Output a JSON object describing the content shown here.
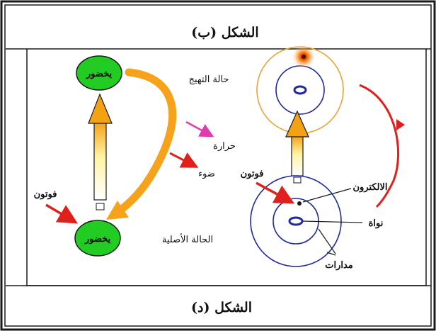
{
  "top_caption": "الشكل (ب)",
  "bottom_caption": "الشكل (د)",
  "left_diagram": {
    "upper_node_label": "يخضور",
    "lower_node_label": "يخضور",
    "excited_state_label": "حالة التهيج",
    "ground_state_label": "الحالة الأصلية",
    "heat_label": "حرارة",
    "light_label": "ضوء",
    "photon_label": "فوتون"
  },
  "right_diagram": {
    "photon_label": "فوتون",
    "electron_label": "الالكترون",
    "nucleus_label": "نواة",
    "orbits_label": "مدارات"
  },
  "colors": {
    "border": "#1a1a1a",
    "node_fill": "#22cc22",
    "big_arrow": "#f7a21b",
    "red_arrow": "#e0201a",
    "pink_arrow": "#e23bb0",
    "orbit_blue": "#1f2a9c",
    "orbit_orange": "#e8a33a",
    "electron_highlight": "#f05a28"
  }
}
